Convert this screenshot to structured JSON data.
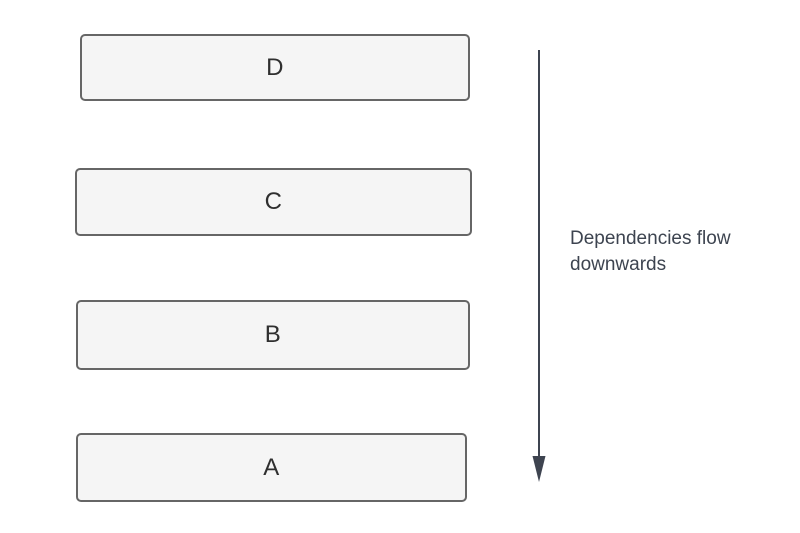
{
  "diagram": {
    "nodes": [
      {
        "id": "node-d",
        "label": "D"
      },
      {
        "id": "node-c",
        "label": "C"
      },
      {
        "id": "node-b",
        "label": "B"
      },
      {
        "id": "node-a",
        "label": "A"
      }
    ],
    "arrow": {
      "name": "downward-arrow",
      "direction": "down",
      "color": "#3e4450"
    },
    "annotation": "Dependencies flow downwards"
  },
  "colors": {
    "background": "#ffffff",
    "node_fill": "#f5f5f5",
    "node_border": "#666666",
    "node_text": "#2f2f2f",
    "annotation_text": "#3d4450"
  }
}
